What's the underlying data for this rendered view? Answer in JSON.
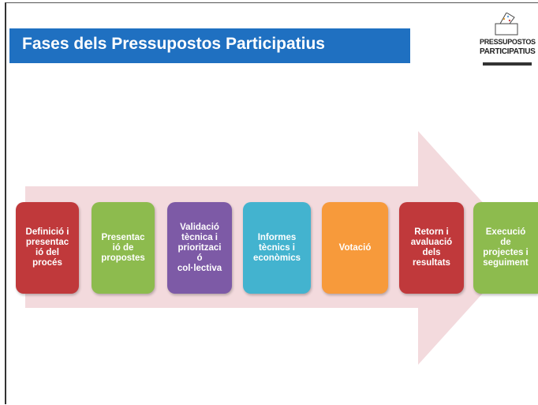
{
  "title": "Fases dels Pressupostos Participatius",
  "logo": {
    "line1": "PRESSUPOSTOS",
    "line2": "PARTICIPATIUS"
  },
  "colors": {
    "title_bar": "#1f70c1",
    "arrow": "#f3dadd",
    "phase1": "#c0393b",
    "phase2": "#8dbb4e",
    "phase3": "#7d5aa6",
    "phase4": "#43b3cf",
    "phase5": "#f79a3b",
    "phase6": "#c0393b",
    "phase7": "#8dbb4e"
  },
  "phases": [
    {
      "label": "Definició i\npresentac\nió del\nprocés"
    },
    {
      "label": "Presentac\nió de\npropostes"
    },
    {
      "label": "Validació\ntècnica i\nprioritzaci\nó\ncol·lectiva"
    },
    {
      "label": "Informes\ntècnics i\neconòmics"
    },
    {
      "label": "Votació"
    },
    {
      "label": "Retorn i\navaluació\ndels\nresultats"
    },
    {
      "label": "Execució\nde\nprojectes i\nseguiment"
    }
  ]
}
